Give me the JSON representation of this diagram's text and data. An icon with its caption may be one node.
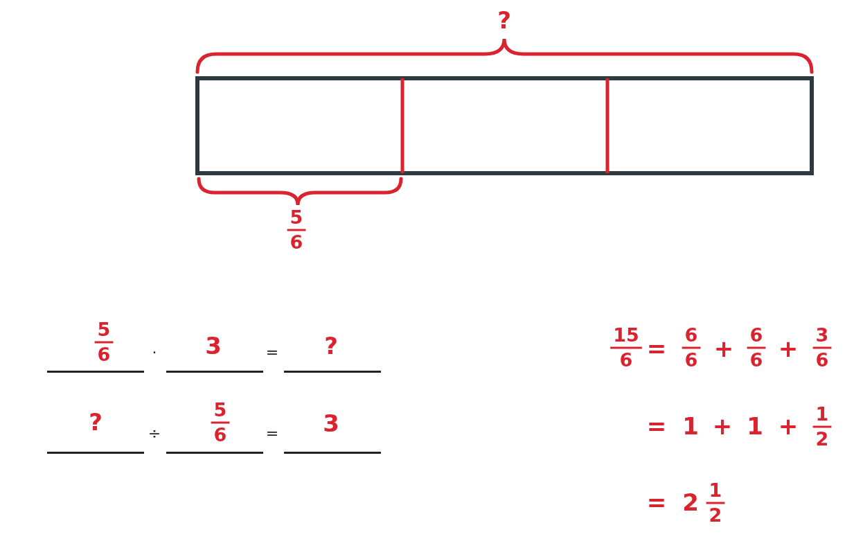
{
  "diagram": {
    "labels": [
      "?",
      "5",
      "6",
      "5",
      "6",
      "·",
      "3",
      "=",
      "?",
      "15",
      "6",
      "=",
      "6",
      "6",
      "+",
      "6",
      "6",
      "+",
      "3",
      "6",
      "?",
      "÷",
      "5",
      "6",
      "=",
      "3",
      "=",
      "1",
      "+",
      "1",
      "+",
      "1",
      "2",
      "=",
      "2",
      "1",
      "2"
    ]
  }
}
